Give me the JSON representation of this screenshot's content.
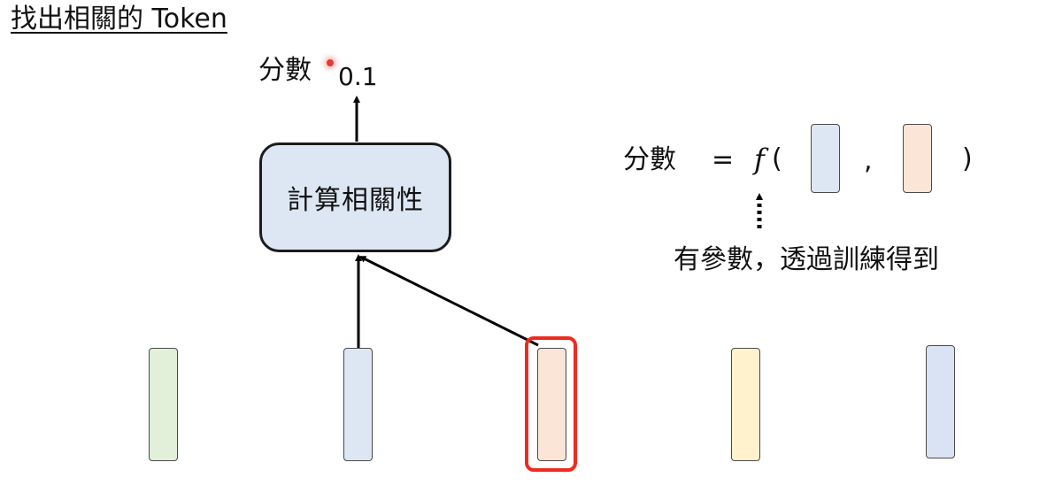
{
  "title": "找出相關的 Token",
  "score_label": "分數",
  "score_value": "0.1",
  "relevance_box_label": "計算相關性",
  "formula": {
    "lhs": "分數",
    "equals": "=",
    "function": "f",
    "open_paren": "(",
    "comma": ",",
    "close_paren": ")",
    "arg1_color": "#dde7f4",
    "arg2_color": "#fbe5d6"
  },
  "param_note": "有參數，透過訓練得到",
  "tokens": [
    {
      "color": "#e2efd9"
    },
    {
      "color": "#dde7f4"
    },
    {
      "color": "#fbe5d6"
    },
    {
      "color": "#fff2cc"
    },
    {
      "color": "#dae3f3"
    }
  ],
  "highlight_color": "#ef2b1f"
}
